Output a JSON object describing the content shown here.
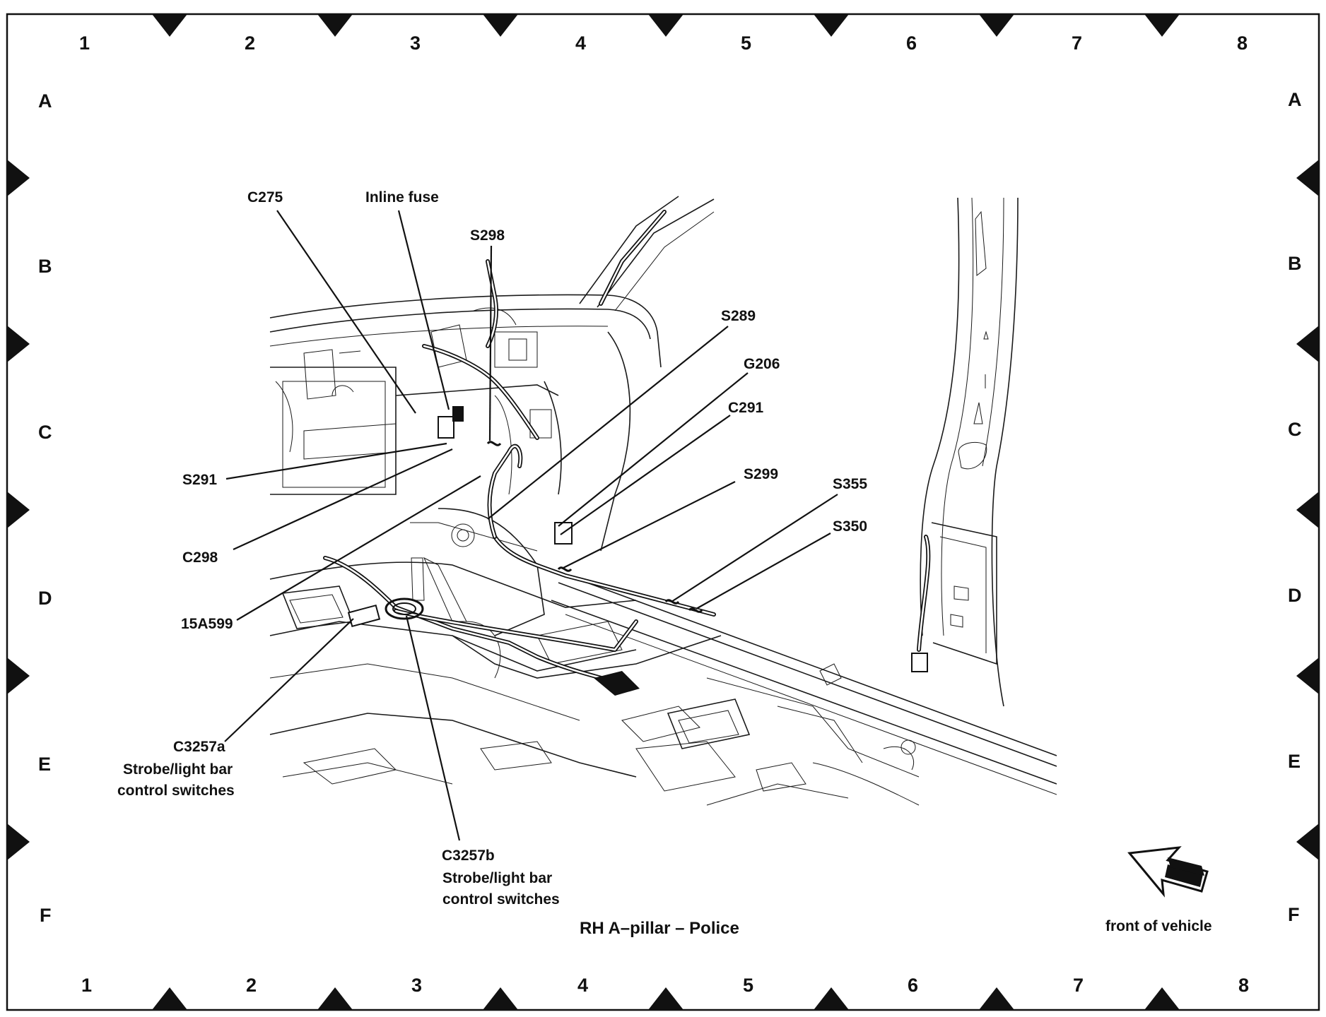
{
  "title": "RH A–pillar – Police",
  "grid": {
    "columns": [
      "1",
      "2",
      "3",
      "4",
      "5",
      "6",
      "7",
      "8"
    ],
    "rows": [
      "A",
      "B",
      "C",
      "D",
      "E",
      "F"
    ]
  },
  "labels": {
    "c275": "C275",
    "inline_fuse": "Inline fuse",
    "s298": "S298",
    "s289": "S289",
    "g206": "G206",
    "c291": "C291",
    "s291": "S291",
    "c298": "C298",
    "w15a599": "15A599",
    "s299": "S299",
    "s355": "S355",
    "s350": "S350",
    "c3257a": "C3257a",
    "c3257a_desc_1": "Strobe/light bar",
    "c3257a_desc_2": "control switches",
    "c3257b": "C3257b",
    "c3257b_desc_1": "Strobe/light bar",
    "c3257b_desc_2": "control switches"
  },
  "direction_label": "front of vehicle",
  "icons": {
    "direction": "front-arrow-icon"
  }
}
